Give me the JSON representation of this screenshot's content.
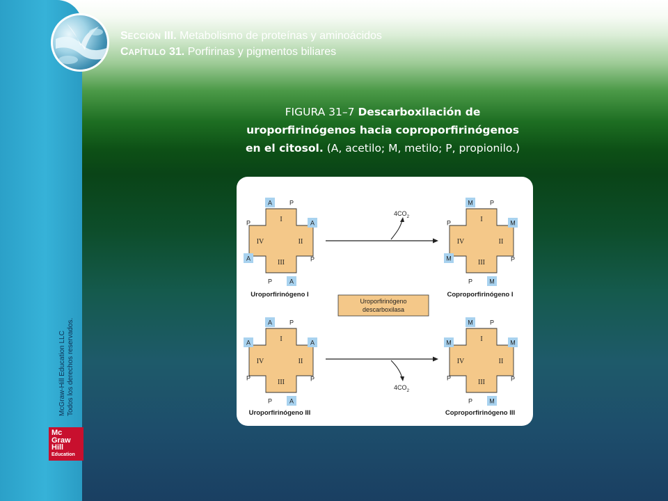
{
  "header": {
    "section_first": "S",
    "section_rest": "ECCIÓN",
    "section_num": "III.",
    "section_title": "Metabolismo de proteínas y aminoácidos",
    "chapter_first": "C",
    "chapter_rest": "APÍTULO",
    "chapter_num": "31.",
    "chapter_title": "Porfirinas y pigmentos biliares"
  },
  "caption": {
    "figure_label": "FIGURA 31–7",
    "title_line1": "Descarboxilación de",
    "title_line2": "uroporfirinógenos hacia coproporfirinógenos",
    "title_line3": "en el citosol.",
    "note": "(A, acetilo; M, metilo; P, propionilo.)"
  },
  "sidebar": {
    "copyright_line1": "McGraw-Hill Education LLC",
    "copyright_line2": "Todos los derechos reservados.",
    "logo": {
      "line1": "Mc",
      "line2": "Graw",
      "line3": "Hill",
      "line4": "Education"
    }
  },
  "diagram": {
    "rings": [
      "I",
      "II",
      "III",
      "IV"
    ],
    "co2_label": "4CO",
    "co2_sub": "2",
    "enzyme_line1": "Uroporfirinógeno",
    "enzyme_line2": "descarboxilasa",
    "uro_i": {
      "name": "Uroporfirinógeno I",
      "top_l": "A",
      "top_r": "P",
      "right_t": "A",
      "right_b": "P",
      "bot_r": "A",
      "bot_l": "P",
      "left_b": "A",
      "left_t": "P"
    },
    "copro_i": {
      "name": "Coproporfirinógeno I",
      "top_l": "M",
      "top_r": "P",
      "right_t": "M",
      "right_b": "P",
      "bot_r": "M",
      "bot_l": "P",
      "left_b": "M",
      "left_t": "P"
    },
    "uro_iii": {
      "name": "Uroporfirinógeno III",
      "top_l": "A",
      "top_r": "P",
      "right_t": "A",
      "right_b": "P",
      "bot_r": "A",
      "bot_l": "P",
      "left_b": "P",
      "left_t": "A"
    },
    "copro_iii": {
      "name": "Coproporfirinógeno III",
      "top_l": "M",
      "top_r": "P",
      "right_t": "M",
      "right_b": "P",
      "bot_r": "M",
      "bot_l": "P",
      "left_b": "P",
      "left_t": "M"
    },
    "colors": {
      "cross": "#f4c889",
      "box": "#a8d2ef",
      "enzyme_fill": "#f4c889"
    }
  }
}
